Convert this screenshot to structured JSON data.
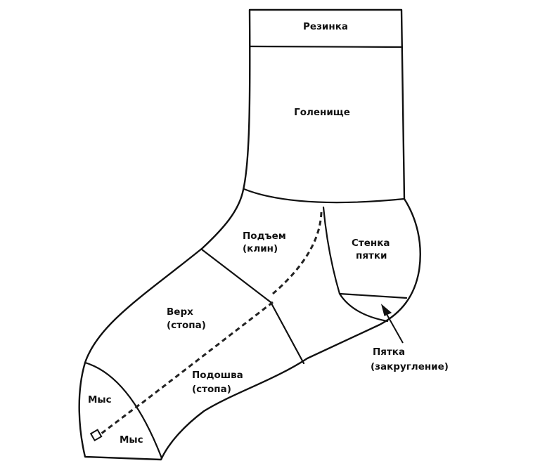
{
  "labels": {
    "rib": "Резинка",
    "leg": "Голенище",
    "instep_1": "Подъем",
    "instep_2": "(клин)",
    "heel_wall_1": "Стенка",
    "heel_wall_2": "пятки",
    "top_1": "Верх",
    "top_2": "(стопа)",
    "sole_1": "Подошва",
    "sole_2": "(стопа)",
    "toe_top": "Мыс",
    "toe_bottom": "Мыс",
    "heel_turn_1": "Пятка",
    "heel_turn_2": "(закругление)"
  }
}
